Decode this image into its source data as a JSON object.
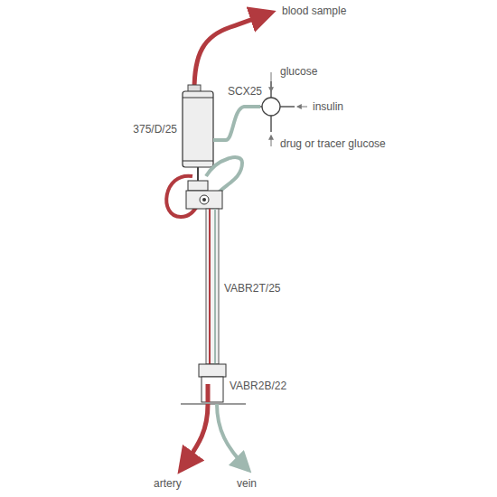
{
  "diagram": {
    "labels": [
      "blood sample",
      "glucose",
      "SCX25",
      "insulin",
      "drug or tracer glucose",
      "375/D/25",
      "VABR2T/25",
      "VABR2B/22",
      "artery",
      "vein"
    ]
  }
}
